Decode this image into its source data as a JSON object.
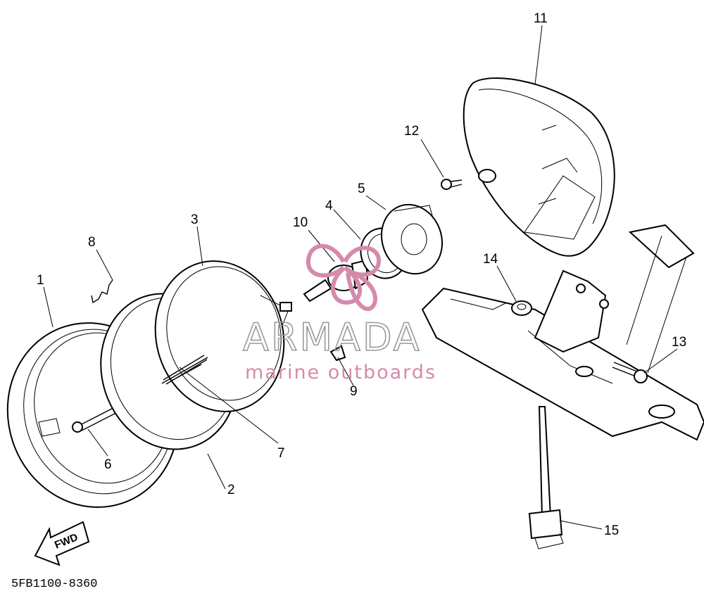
{
  "diagram": {
    "callouts": {
      "c1": "1",
      "c2": "2",
      "c3": "3",
      "c4": "4",
      "c5": "5",
      "c6": "6",
      "c7": "7",
      "c8": "8",
      "c9": "9",
      "c10": "10",
      "c11": "11",
      "c12": "12",
      "c13": "13",
      "c14": "14",
      "c15": "15"
    },
    "fwd_label": "FWD",
    "drawing_code": "5FB1100-8360"
  },
  "watermark": {
    "brand": "ARMADA",
    "tagline": "marine outboards",
    "color": "#d58aac"
  }
}
